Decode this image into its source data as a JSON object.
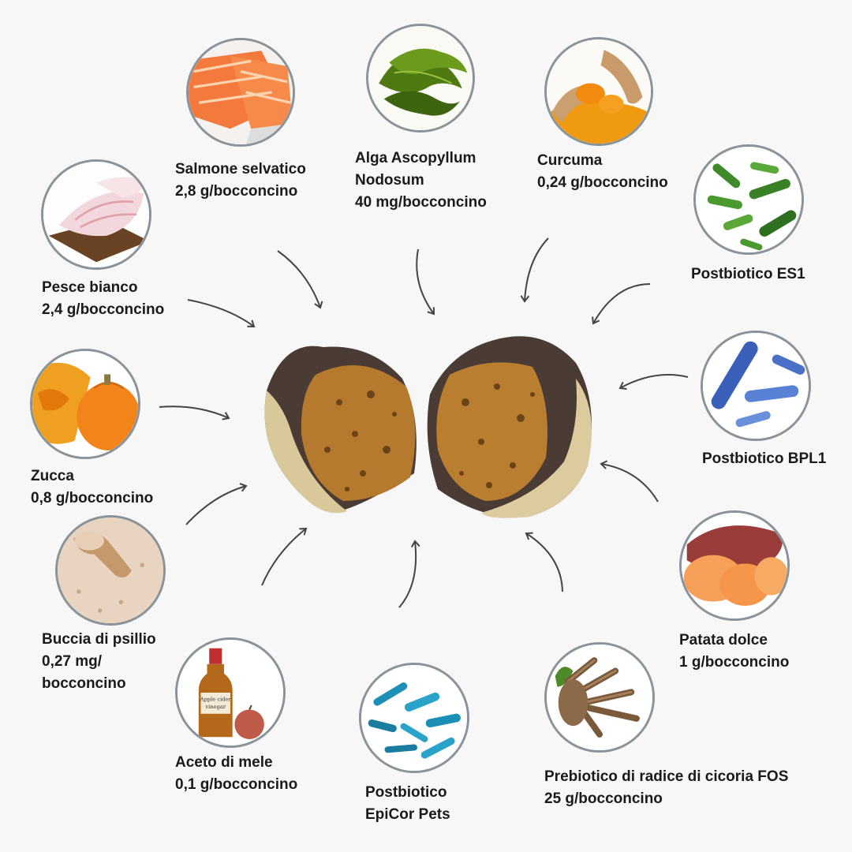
{
  "ingredients": {
    "salmone": {
      "name": "Salmone selvatico",
      "qty": "2,8 g/bocconcino",
      "icon": "salmon-fillet-icon"
    },
    "alga": {
      "name1": "Alga Ascopyllum",
      "name2": "Nodosum",
      "qty": "40 mg/bocconcino",
      "icon": "seaweed-icon"
    },
    "curcuma": {
      "name": "Curcuma",
      "qty": "0,24 g/bocconcino",
      "icon": "turmeric-root-icon"
    },
    "es1": {
      "name": "Postbiotico ES1",
      "icon": "green-bacteria-icon"
    },
    "pesce": {
      "name": "Pesce bianco",
      "qty": "2,4 g/bocconcino",
      "icon": "white-fish-fillet-icon"
    },
    "bpl1": {
      "name": "Postbiotico BPL1",
      "icon": "blue-bacteria-icon"
    },
    "zucca": {
      "name": "Zucca",
      "qty": "0,8 g/bocconcino",
      "icon": "pumpkin-icon"
    },
    "patata": {
      "name": "Patata dolce",
      "qty": "1 g/bocconcino",
      "icon": "sweet-potato-icon"
    },
    "psillio": {
      "name": "Buccia di psillio",
      "qty1": "0,27 mg/",
      "qty2": "bocconcino",
      "icon": "psyllium-husk-scoop-icon"
    },
    "aceto": {
      "name": "Aceto di mele",
      "qty": "0,1 g/bocconcino",
      "icon": "apple-vinegar-bottle-icon",
      "bottle_text1": "Apple cider",
      "bottle_text2": "vinegar"
    },
    "epicor": {
      "name1": "Postbiotico",
      "name2": "EpiCor Pets",
      "icon": "cyan-bacteria-icon"
    },
    "prebiotico": {
      "name": "Prebiotico di radice di cicoria FOS",
      "qty": "25 g/bocconcino",
      "icon": "chicory-root-icon"
    }
  },
  "center": {
    "icon": "dog-treat-bocconcino-icon"
  },
  "colors": {
    "circle_border": "#8a929a",
    "arrow": "#444444",
    "text": "#1a1a1a",
    "background": "#f7f7f7"
  }
}
